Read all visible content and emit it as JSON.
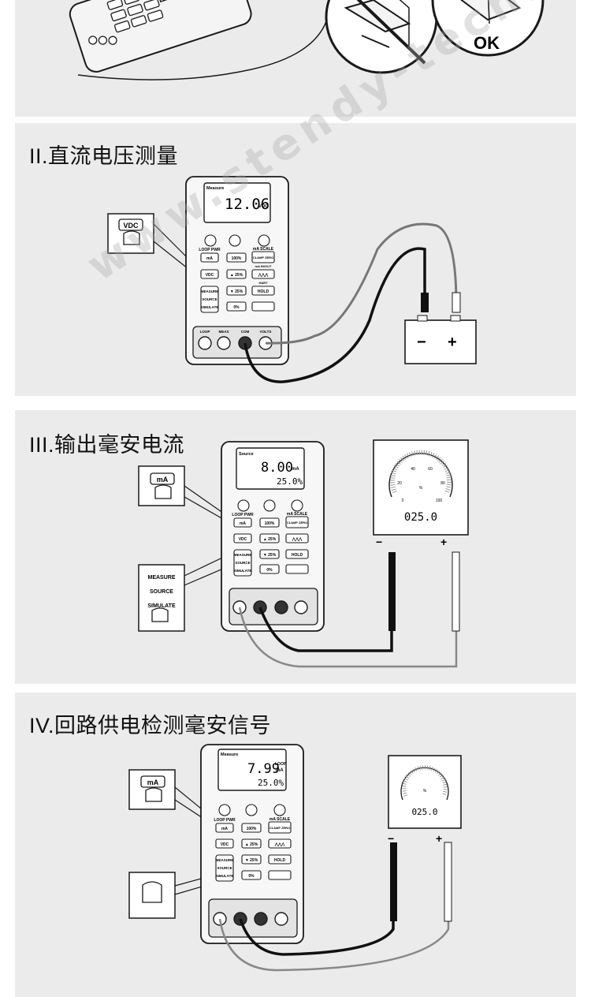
{
  "sections": [
    {
      "id": "top",
      "ok_label": "OK"
    },
    {
      "id": "dc_voltage",
      "title": "II.直流电压测量",
      "display_label": "Measure",
      "reading": "12.06",
      "unit": "VDC",
      "key_label": "VDC",
      "battery_minus": "−",
      "battery_plus": "+"
    },
    {
      "id": "output_ma",
      "title": "III.输出毫安电流",
      "display_label": "Source",
      "reading": "8.00",
      "unit": "mA",
      "sub_reading": "25.0%",
      "key_label": "mA",
      "mode_labels": [
        "MEASURE",
        "SOURCE",
        "SIMULATE"
      ],
      "gauge_readout": "025.0",
      "gauge_ticks": [
        "0",
        "20",
        "40",
        "60",
        "80",
        "100"
      ],
      "gauge_unit": "%",
      "lead_minus": "−",
      "lead_plus": "+"
    },
    {
      "id": "loop_power",
      "title": "IV.回路供电检测毫安信号",
      "display_label": "Measure",
      "reading": "7.99",
      "unit": "mA",
      "unit_top": "LOOP",
      "sub_reading": "25.0%",
      "key_label": "mA",
      "gauge_readout": "025.0",
      "gauge_unit": "%",
      "lead_minus": "−",
      "lead_plus": "+"
    }
  ],
  "meter_keys": {
    "loop_pwr": "LOOP PWR",
    "ma": "mA",
    "pct100": "100%",
    "clamp_zero": "CLAMP ZERO",
    "ma_scale": "mA SCALE",
    "vdc": "VDC",
    "up25": "▲ 25%",
    "ma_in_out": "mA IN/OUT",
    "wave": "⋀⋀⋀",
    "hart": "HART",
    "measure": "MEASURE",
    "source": "SOURCE",
    "simulate": "SIMULATE",
    "down25": "▼ 25%",
    "hold": "HOLD",
    "pct0": "0%"
  },
  "jack_labels": {
    "loop": "LOOP",
    "mea": "MEAS",
    "com": "COM",
    "volts": "VOLTS"
  },
  "watermark": "www.stendy-tech.com",
  "colors": {
    "panel": "#ebebeb",
    "line": "#1a1a1a",
    "lead_black": "#111111",
    "lead_red": "#cc2222"
  }
}
